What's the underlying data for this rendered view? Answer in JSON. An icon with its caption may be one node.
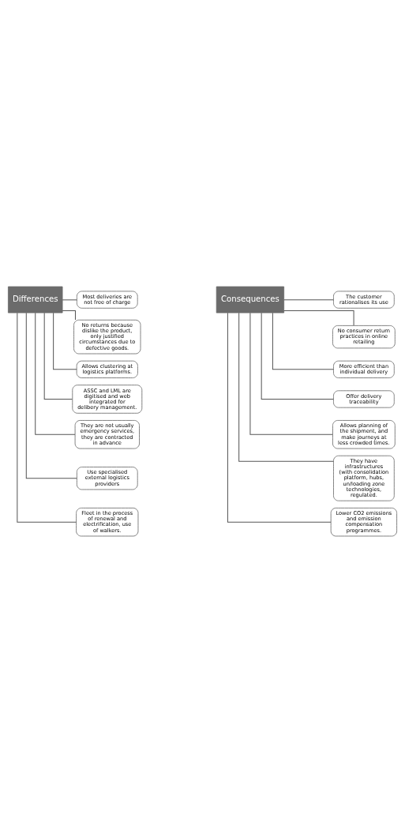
{
  "diagram": {
    "nodes": [
      {
        "text": [
          "Differences"
        ]
      },
      {
        "text": [
          "Most deliveries are not free of charge"
        ]
      },
      {
        "text": [
          "No returns because dislike the product, only justified circumstances due to defective goods."
        ]
      },
      {
        "text": [
          "Allows clustering at logistics platforms."
        ]
      },
      {
        "text": [
          "ASSC and LML are digitised and web integrated for delibery management."
        ]
      },
      {
        "text": [
          "They are not usually emergency services, they are contracted in advance"
        ]
      },
      {
        "text": [
          "Use specialised external logistics providers"
        ]
      },
      {
        "text": [
          "Fleet in the process of renewal and electrification, use of walkers."
        ]
      },
      {
        "text": [
          "Consequences"
        ]
      },
      {
        "text": [
          "The customer rationalises its use"
        ]
      },
      {
        "text": [
          "No consumer return practices in online retailing"
        ]
      },
      {
        "text": [
          "More efficient than individual delivery"
        ]
      },
      {
        "text": [
          "Offer delivery traceability"
        ]
      },
      {
        "text": [
          "Allows planning of the shipment, and make journeys at less crowded times."
        ]
      },
      {
        "text": [
          "They have infrastructures (with consolidation platform, hubs, un/loading zone technologies, regulated."
        ]
      },
      {
        "text": [
          "Lower CO2 emissions and emission compensation programmes."
        ]
      }
    ],
    "edges": [
      {
        "from": 0,
        "to": 1,
        "arrow": "none"
      },
      {
        "from": 0,
        "to": 2,
        "arrow": "none"
      },
      {
        "from": 0,
        "to": 3,
        "arrow": "none"
      },
      {
        "from": 0,
        "to": 4,
        "arrow": "none"
      },
      {
        "from": 0,
        "to": 5,
        "arrow": "none"
      },
      {
        "from": 0,
        "to": 6,
        "arrow": "none"
      },
      {
        "from": 0,
        "to": 7,
        "arrow": "none"
      },
      {
        "from": 8,
        "to": 9,
        "arrow": "none"
      },
      {
        "from": 8,
        "to": 10,
        "arrow": "none"
      },
      {
        "from": 8,
        "to": 11,
        "arrow": "none"
      },
      {
        "from": 8,
        "to": 12,
        "arrow": "none"
      },
      {
        "from": 8,
        "to": 13,
        "arrow": "none"
      },
      {
        "from": 8,
        "to": 14,
        "arrow": "none"
      },
      {
        "from": 8,
        "to": 15,
        "arrow": "none"
      }
    ]
  }
}
